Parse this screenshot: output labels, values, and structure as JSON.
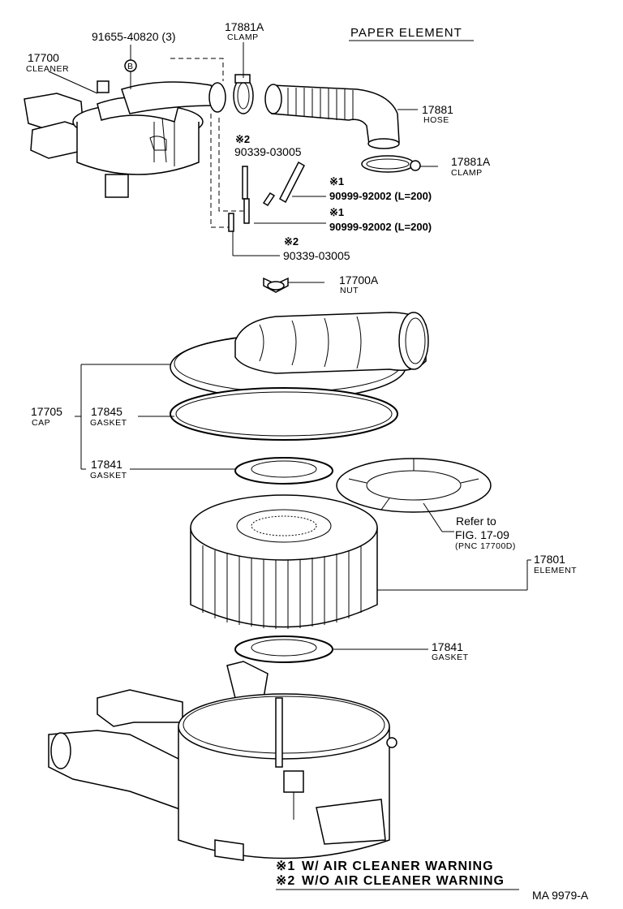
{
  "title": "PAPER ELEMENT",
  "footer_code": "MA 9979-A",
  "notes": [
    {
      "mark": "※1",
      "text": "W/ AIR CLEANER WARNING"
    },
    {
      "mark": "※2",
      "text": "W/O AIR CLEANER WARNING"
    }
  ],
  "labels": {
    "bolt_91655": "91655-40820 (3)",
    "bolt_mark": "B",
    "cleaner_pn": "17700",
    "cleaner_name": "CLEANER",
    "clamp_top_pn": "17881A",
    "clamp_top_name": "CLAMP",
    "hose_pn": "17881",
    "hose_name": "HOSE",
    "clamp_bottom_pn": "17881A",
    "clamp_bottom_name": "CLAMP",
    "mark2_a": "※2",
    "hose_90339_a": "90339-03005",
    "mark1_a": "※1",
    "hose_90999_a": "90999-92002 (L=200)",
    "mark1_b": "※1",
    "hose_90999_b": "90999-92002 (L=200)",
    "mark2_b": "※2",
    "hose_90339_b": "90339-03005",
    "nut_pn": "17700A",
    "nut_name": "NUT",
    "cap_pn": "17705",
    "cap_name": "CAP",
    "gasket_17845_pn": "17845",
    "gasket_17845_name": "GASKET",
    "gasket_17841_top_pn": "17841",
    "gasket_17841_top_name": "GASKET",
    "refer_line1": "Refer to",
    "refer_line2": "FIG. 17-09",
    "refer_line3": "(PNC 17700D)",
    "element_pn": "17801",
    "element_name": "ELEMENT",
    "gasket_17841_bot_pn": "17841",
    "gasket_17841_bot_name": "GASKET"
  }
}
